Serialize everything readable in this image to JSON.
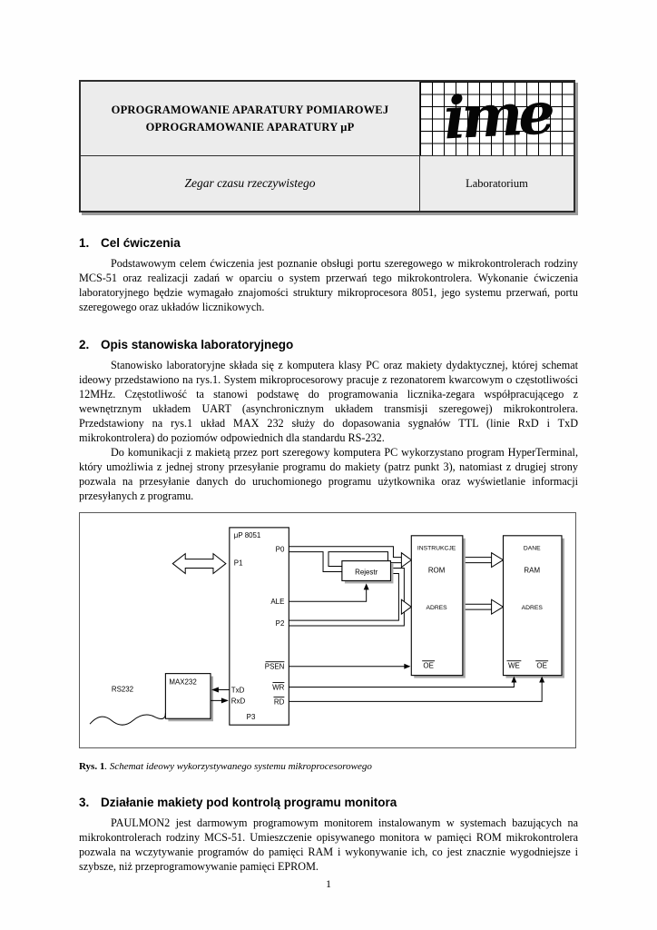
{
  "header": {
    "title_line1": "OPROGRAMOWANIE APARATURY POMIAROWEJ",
    "title_line2": "OPROGRAMOWANIE APARATURY μP",
    "logo_text": "ime",
    "subtitle": "Zegar czasu rzeczywistego",
    "lab_label": "Laboratorium"
  },
  "sections": [
    {
      "number": "1.",
      "title": "Cel ćwiczenia",
      "paragraphs": [
        "Podstawowym celem ćwiczenia jest poznanie obsługi portu szeregowego w mikrokontrolerach rodziny MCS-51 oraz realizacji zadań w oparciu o system przerwań tego mikrokontrolera. Wykonanie ćwiczenia laboratoryjnego będzie wymagało znajomości struktury mikroprocesora 8051, jego systemu przerwań, portu szeregowego oraz układów licznikowych."
      ]
    },
    {
      "number": "2.",
      "title": "Opis stanowiska laboratoryjnego",
      "paragraphs": [
        "Stanowisko laboratoryjne składa się z komputera klasy PC oraz makiety dydaktycznej, której schemat ideowy przedstawiono na rys.1. System mikroprocesorowy pracuje z rezonatorem kwarcowym o częstotliwości 12MHz. Częstotliwość ta stanowi podstawę do programowania licznika-zegara współpracującego z wewnętrznym układem UART (asynchronicznym układem transmisji szeregowej) mikrokontrolera. Przedstawiony na rys.1 układ MAX 232 służy do dopasowania sygnałów TTL (linie RxD i TxD mikrokontrolera) do poziomów odpowiednich dla standardu RS-232.",
        "Do komunikacji z makietą przez port szeregowy komputera PC wykorzystano program HyperTerminal, który umożliwia z jednej strony przesyłanie programu do makiety (patrz punkt 3), natomiast z drugiej strony pozwala na przesyłanie danych do uruchomionego programu użytkownika oraz wyświetlanie informacji przesyłanych z programu."
      ]
    },
    {
      "number": "3.",
      "title": "Działanie makiety pod kontrolą programu monitora",
      "paragraphs": [
        "PAULMON2 jest darmowym programowym monitorem instalowanym w systemach bazujących na mikrokontrolerach rodziny MCS-51. Umieszczenie opisywanego monitora w pamięci ROM mikrokontrolera pozwala na wczytywanie programów do pamięci RAM i wykonywanie ich, co jest znacznie wygodniejsze i szybsze, niż przeprogramowywanie pamięci EPROM."
      ]
    }
  ],
  "figure": {
    "caption_label": "Rys. 1",
    "caption_text": ". Schemat ideowy wykorzystywanego systemu mikroprocesorowego",
    "labels": {
      "cpu": "μP 8051",
      "p0": "P0",
      "p1": "P1",
      "ale": "ALE",
      "p2": "P2",
      "psen": "PSEN",
      "wr": "WR",
      "rd": "RD",
      "p3": "P3",
      "txd": "TxD",
      "rxd": "RxD",
      "max232": "MAX232",
      "rs232": "RS232",
      "rejestr": "Rejestr",
      "instrukcje": "INSTRUKCJE",
      "rom": "ROM",
      "rom_adres": "ADRES",
      "rom_oe": "OE",
      "dane": "DANE",
      "ram": "RAM",
      "ram_adres": "ADRES",
      "ram_we": "WE",
      "ram_oe": "OE"
    }
  },
  "footer": {
    "page_number": "1"
  }
}
